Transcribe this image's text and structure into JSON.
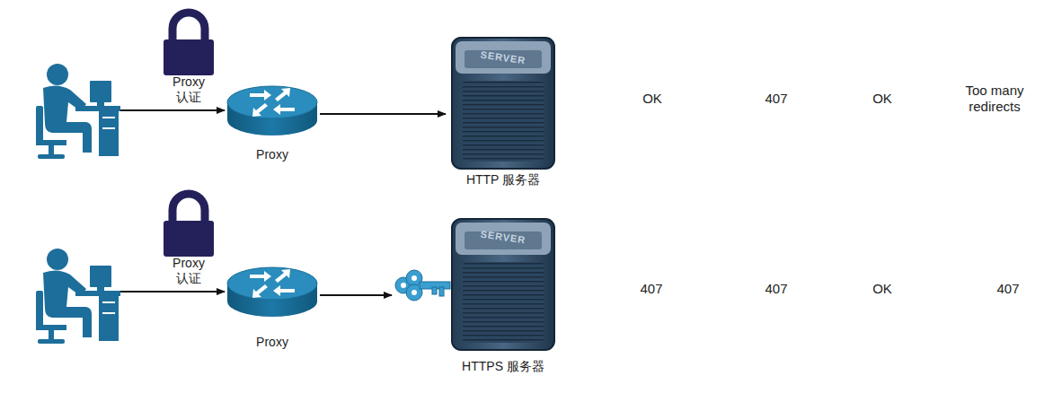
{
  "diagram": {
    "nodes": [
      {
        "text": [
          "Proxy 认证"
        ]
      },
      {
        "text": [
          "Proxy"
        ]
      },
      {
        "text": [
          "HTTP 服务器"
        ]
      },
      {
        "text": [
          "Proxy 认证"
        ]
      },
      {
        "text": [
          "Proxy"
        ]
      },
      {
        "text": [
          "HTTPS 服务器"
        ]
      }
    ],
    "edges": [
      {
        "from": 1,
        "to": 2,
        "arrow": "to"
      },
      {
        "from": 4,
        "to": 5,
        "arrow": "to"
      }
    ],
    "labels": [
      "OK",
      "407",
      "OK",
      "Too many redirects",
      "407",
      "407",
      "OK",
      "407",
      "SERVER",
      "SERVER"
    ]
  }
}
